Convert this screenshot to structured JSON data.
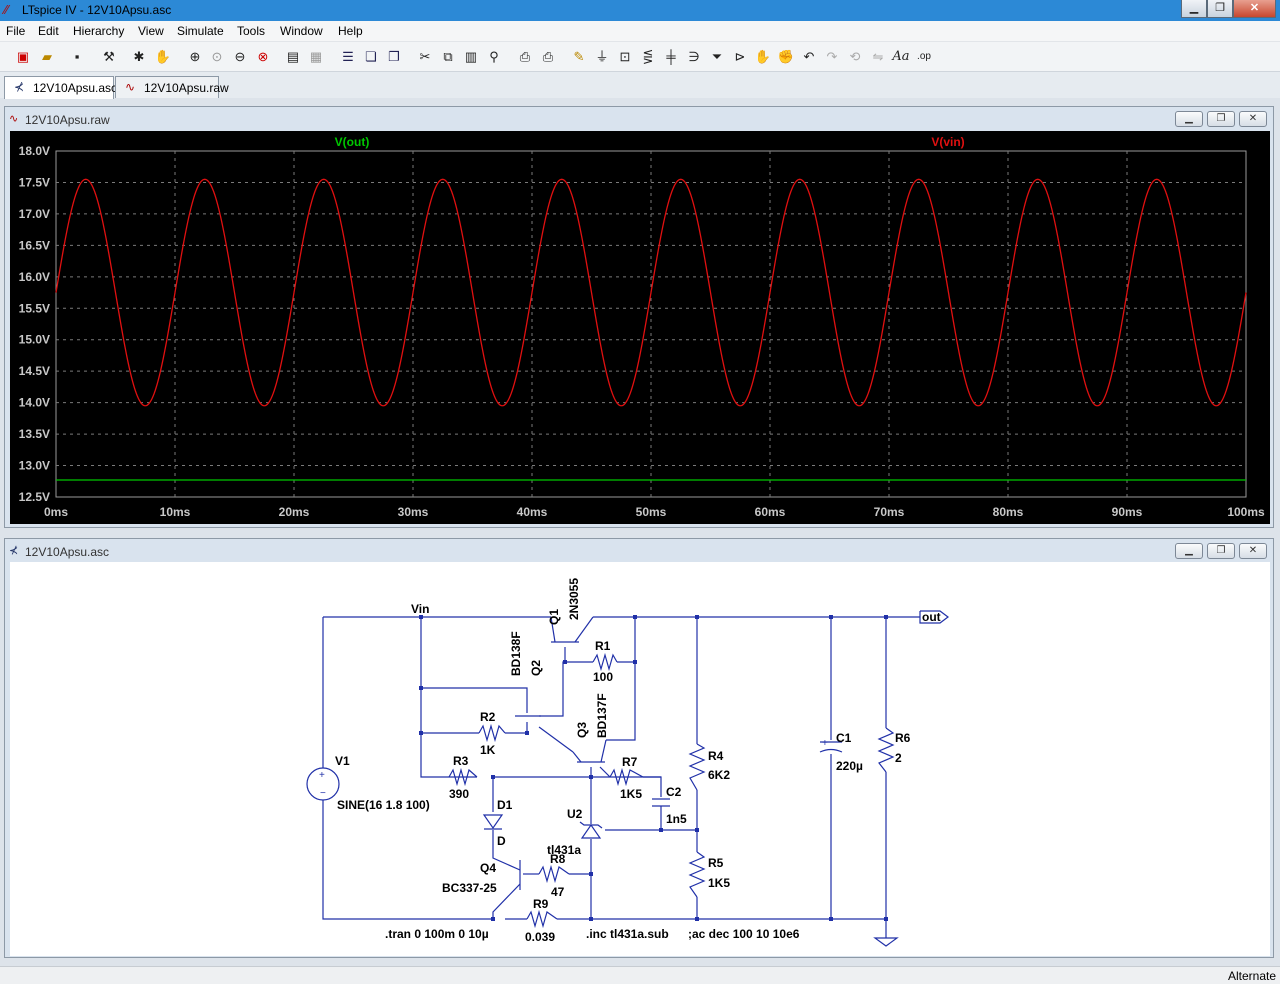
{
  "window": {
    "title": "LTspice IV - 12V10Apsu.asc",
    "app_icon": "ltspice-logo-icon"
  },
  "menu": [
    "File",
    "Edit",
    "Hierarchy",
    "View",
    "Simulate",
    "Tools",
    "Window",
    "Help"
  ],
  "tabs": [
    {
      "label": "12V10Apsu.asc",
      "icon": "schematic-icon",
      "active": true
    },
    {
      "label": "12V10Apsu.raw",
      "icon": "waveform-icon",
      "active": false
    }
  ],
  "plot_window": {
    "title": "12V10Apsu.raw",
    "icon": "waveform-icon"
  },
  "schematic_window": {
    "title": "12V10Apsu.asc",
    "icon": "schematic-icon"
  },
  "chart_data": {
    "type": "line",
    "x_unit": "ms",
    "x_ticks": [
      "0ms",
      "10ms",
      "20ms",
      "30ms",
      "40ms",
      "50ms",
      "60ms",
      "70ms",
      "80ms",
      "90ms",
      "100ms"
    ],
    "y_ticks": [
      "18.0V",
      "17.5V",
      "17.0V",
      "16.5V",
      "16.0V",
      "15.5V",
      "15.0V",
      "14.5V",
      "14.0V",
      "13.5V",
      "13.0V",
      "12.5V"
    ],
    "xlim": [
      0,
      100
    ],
    "ylim": [
      12.5,
      18.0
    ],
    "grid": true,
    "background": "#000000",
    "series": [
      {
        "name": "V(out)",
        "color": "#00c800",
        "kind": "dc",
        "value": 12.77
      },
      {
        "name": "V(vin)",
        "color": "#e01010",
        "kind": "sine",
        "offset": 15.75,
        "amplitude": 1.8,
        "freq_hz": 100
      }
    ]
  },
  "schematic": {
    "labels": {
      "q1_name": "Q1",
      "q1_model": "2N3055",
      "q2_name": "Q2",
      "q2_model": "BD138F",
      "q3_name": "Q3",
      "q3_model": "BD137F",
      "q4_name": "Q4",
      "q4_model": "BC337-25",
      "r1_name": "R1",
      "r1_value": "100",
      "r2_name": "R2",
      "r2_value": "1K",
      "r3_name": "R3",
      "r3_value": "390",
      "r4_name": "R4",
      "r4_value": "6K2",
      "r5_name": "R5",
      "r5_value": "1K5",
      "r6_name": "R6",
      "r6_value": "2",
      "r7_name": "R7",
      "r7_value": "1K5",
      "r8_name": "R8",
      "r8_value": "47",
      "r9_name": "R9",
      "r9_value": "0.039",
      "c1_name": "C1",
      "c1_value": "220µ",
      "c2_name": "C2",
      "c2_value": "1n5",
      "d1_name": "D1",
      "d1_model": "D",
      "u2_name": "U2",
      "u2_model": "tl431a",
      "v1_name": "V1",
      "v1_value": "SINE(16 1.8 100)",
      "net_vin": "Vin",
      "net_out": "out",
      "dir_tran": ".tran 0 100m 0 10µ",
      "dir_inc": ".inc tl431a.sub",
      "dir_ac": ";ac dec 100 10 10e6"
    }
  },
  "status": {
    "mode": "Alternate"
  }
}
